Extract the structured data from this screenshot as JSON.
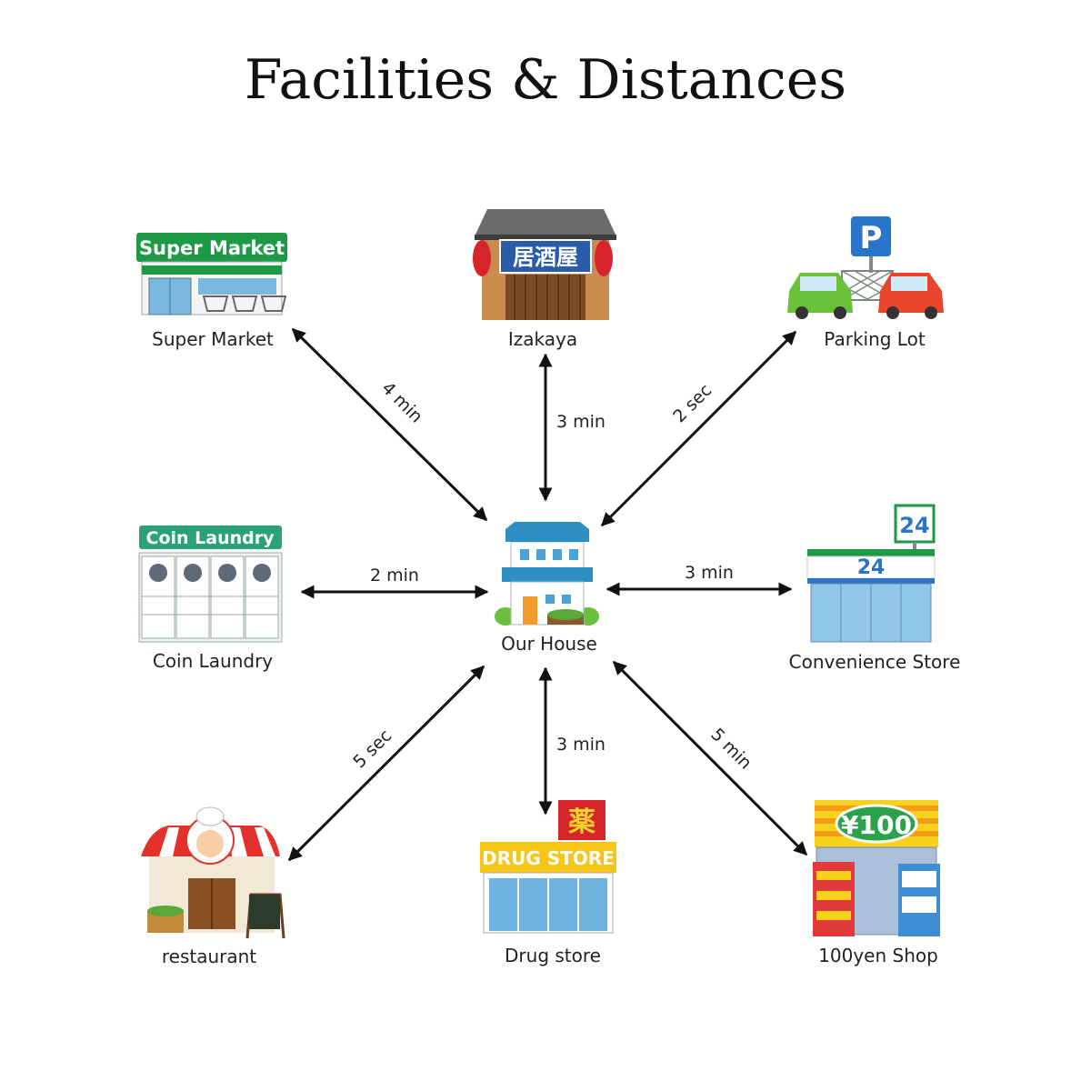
{
  "title": "Facilities & Distances",
  "center": {
    "label": "Our House"
  },
  "facilities": {
    "super_market": {
      "label": "Super Market",
      "sign": "Super Market",
      "distance": "4 min"
    },
    "izakaya": {
      "label": "Izakaya",
      "sign": "居酒屋",
      "distance": "3 min"
    },
    "parking_lot": {
      "label": "Parking Lot",
      "sign": "P",
      "distance": "2 sec"
    },
    "coin_laundry": {
      "label": "Coin Laundry",
      "sign": "Coin Laundry",
      "distance": "2 min"
    },
    "convenience_store": {
      "label": "Convenience Store",
      "sign": "24",
      "distance": "3 min"
    },
    "restaurant": {
      "label": "restaurant",
      "distance": "5 sec"
    },
    "drug_store": {
      "label": "Drug store",
      "sign": "DRUG STORE",
      "sign_kanji": "薬",
      "distance": "3 min"
    },
    "yen_shop": {
      "label": "100yen Shop",
      "sign": "¥100",
      "distance": "5 min"
    }
  }
}
